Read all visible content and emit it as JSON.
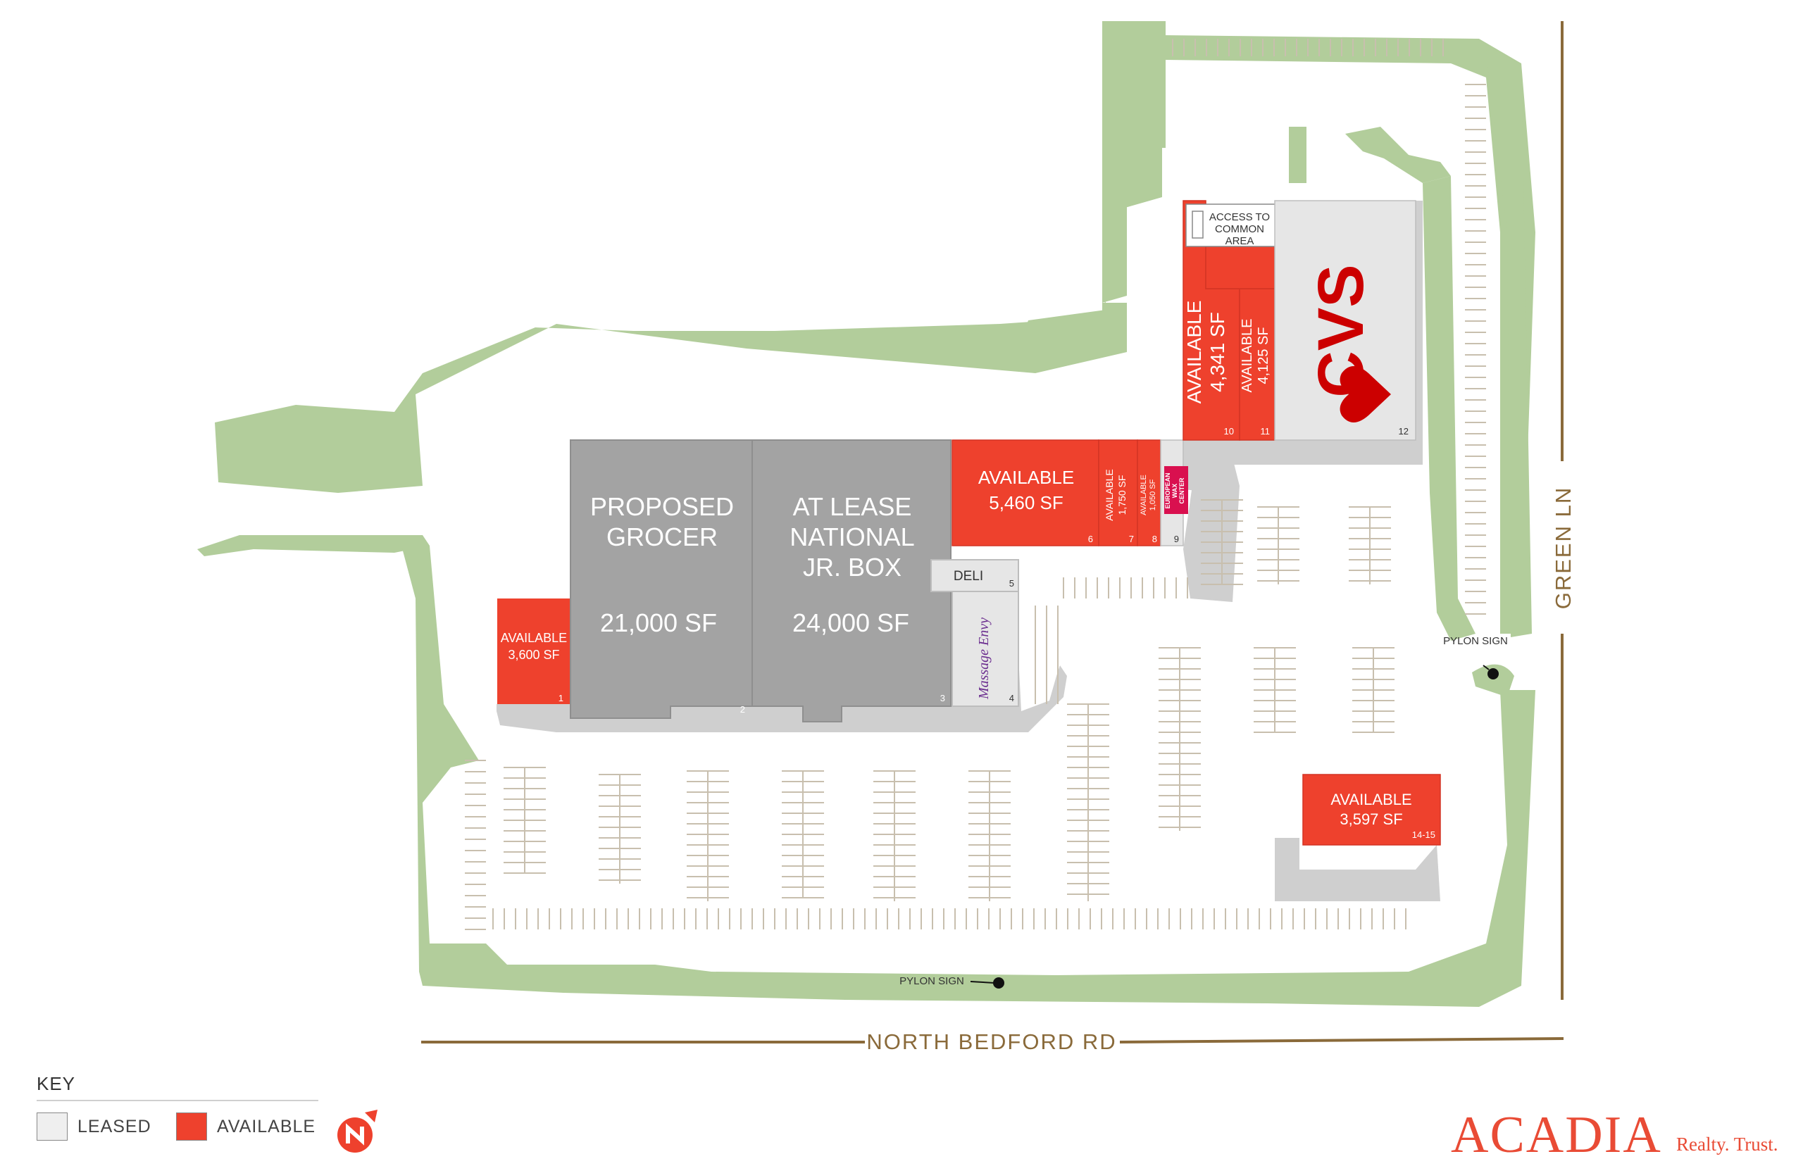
{
  "map": {
    "colors": {
      "greenspace": "#b2cd9b",
      "leased_building": "#a3a3a3",
      "available": "#ee412d",
      "sidewalk": "#cfcfcf",
      "light_unit": "#e6e6e6",
      "road_line": "#8a6a3a",
      "parking_line": "#c8bfae"
    },
    "streets": {
      "south": "NORTH BEDFORD RD",
      "east": "GREEN LN"
    },
    "units": {
      "u1": {
        "line1": "AVAILABLE",
        "line2": "3,600 SF",
        "number": "1"
      },
      "u2": {
        "line1": "PROPOSED",
        "line2": "GROCER",
        "size": "21,000 SF",
        "number": "2"
      },
      "u3": {
        "line1": "AT LEASE",
        "line2": "NATIONAL",
        "line3": "JR. BOX",
        "size": "24,000 SF",
        "number": "3"
      },
      "u4": {
        "tenant": "Massage Envy",
        "number": "4"
      },
      "u5": {
        "tenant": "DELI",
        "number": "5"
      },
      "u6": {
        "line1": "AVAILABLE",
        "line2": "5,460 SF",
        "number": "6"
      },
      "u7": {
        "line1": "AVAILABLE",
        "line2": "1,750 SF",
        "number": "7"
      },
      "u8": {
        "line1": "AVAILABLE",
        "line2": "1,050 SF",
        "number": "8"
      },
      "u9": {
        "tenant_line1": "EUROPEAN",
        "tenant_line2": "WAX",
        "tenant_line3": "CENTER",
        "number": "9"
      },
      "u10": {
        "line1": "AVAILABLE",
        "line2": "4,341 SF",
        "number": "10"
      },
      "u11": {
        "line1": "AVAILABLE",
        "line2": "4,125 SF",
        "number": "11"
      },
      "u12": {
        "tenant": "CVS",
        "number": "12"
      },
      "u14": {
        "line1": "AVAILABLE",
        "line2": "3,597 SF",
        "number": "14-15"
      }
    },
    "access": {
      "line1": "ACCESS TO",
      "line2": "COMMON",
      "line3": "AREA"
    },
    "pylon_signs": [
      "PYLON SIGN",
      "PYLON SIGN"
    ]
  },
  "key": {
    "title": "KEY",
    "leased": "LEASED",
    "available": "AVAILABLE",
    "leased_color": "#efefef",
    "available_color": "#ee412d"
  },
  "brand": {
    "name": "ACADIA",
    "tagline": "Realty. Trust."
  }
}
